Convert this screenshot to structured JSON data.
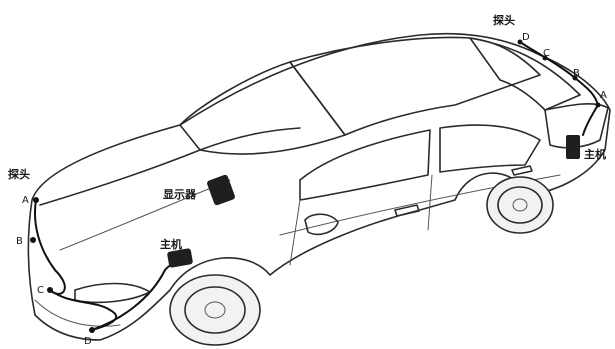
{
  "labels": {
    "probe_front": "探头",
    "probe_rear": "探头",
    "display": "显示器",
    "host_front": "主机",
    "host_rear": "主机"
  },
  "front_points": [
    "A",
    "B",
    "C",
    "D"
  ],
  "rear_points": [
    "D",
    "C",
    "B",
    "A"
  ],
  "colors": {
    "line": "#2b2b2b",
    "device": "#1f1f1f",
    "background": "#ffffff"
  }
}
